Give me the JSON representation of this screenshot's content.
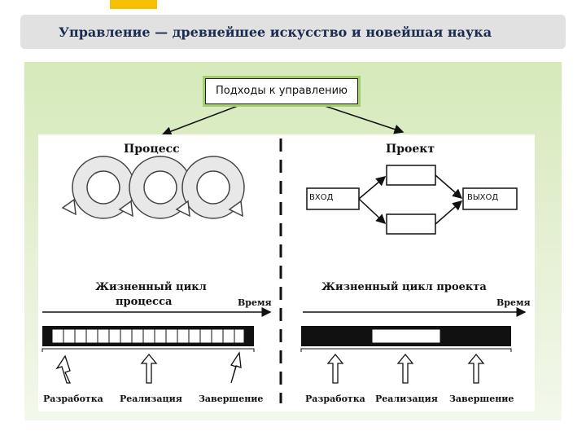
{
  "header": {
    "title": "Управление — древнейшее искусство и новейшая наука",
    "accent_color": "#f5c000"
  },
  "diagram": {
    "root": "Подходы к управлению",
    "process": {
      "title": "Процесс",
      "lifecycle_line1": "Жизненный цикл",
      "lifecycle_line2": "процесса",
      "time_label": "Время",
      "stages": [
        "Разработка",
        "Реализация",
        "Завершение"
      ]
    },
    "project": {
      "title": "Проект",
      "input_label": "ВХОД",
      "output_label": "ВЫХОД",
      "lifecycle": "Жизненный цикл проекта",
      "time_label": "Время",
      "stages": [
        "Разработка",
        "Реализация",
        "Завершение"
      ]
    },
    "colors": {
      "panel": "#d5e9b9",
      "root_border": "#a6cd6d",
      "ink": "#111111"
    }
  }
}
